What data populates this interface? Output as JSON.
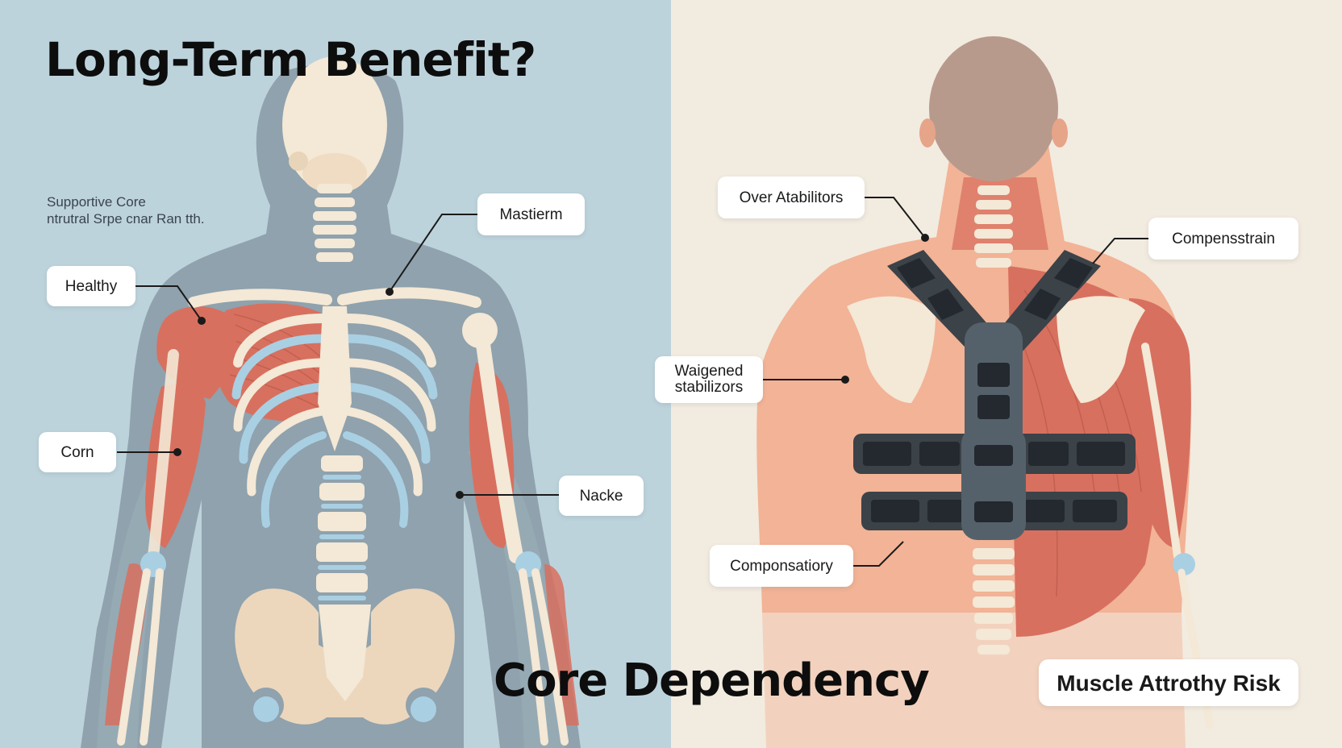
{
  "colors": {
    "left_background": "#bdd3dc",
    "right_background": "#f2ebe0",
    "body_silhouette_left": "#8fa2ad",
    "muscle": "#d8705f",
    "bone": "#f4e8d6",
    "cartilage": "#a9cfe3",
    "skin_right": "#f2b396",
    "brace": "#3b4248",
    "head_right": "#b89a8c"
  },
  "titles": {
    "main": "Long-Term Benefit?",
    "center": "Core Dependency"
  },
  "subtitle": {
    "line1": "Supportive Core",
    "line2": "ntrutral Srpe cnar Ran tth."
  },
  "left_labels": {
    "healthy": "Healthy",
    "mastierm": "Mastierm",
    "corn": "Corn",
    "nacke": "Nacke"
  },
  "right_labels": {
    "over_atabilitors": "Over Atabilitors",
    "compensstrain": "Compensstrain",
    "waigened_line1": "Waigened",
    "waigened_line2": "stabilizors",
    "componsatiory": "Componsatiory",
    "muscle_attrothy": "Muscle Attrothy Risk"
  }
}
